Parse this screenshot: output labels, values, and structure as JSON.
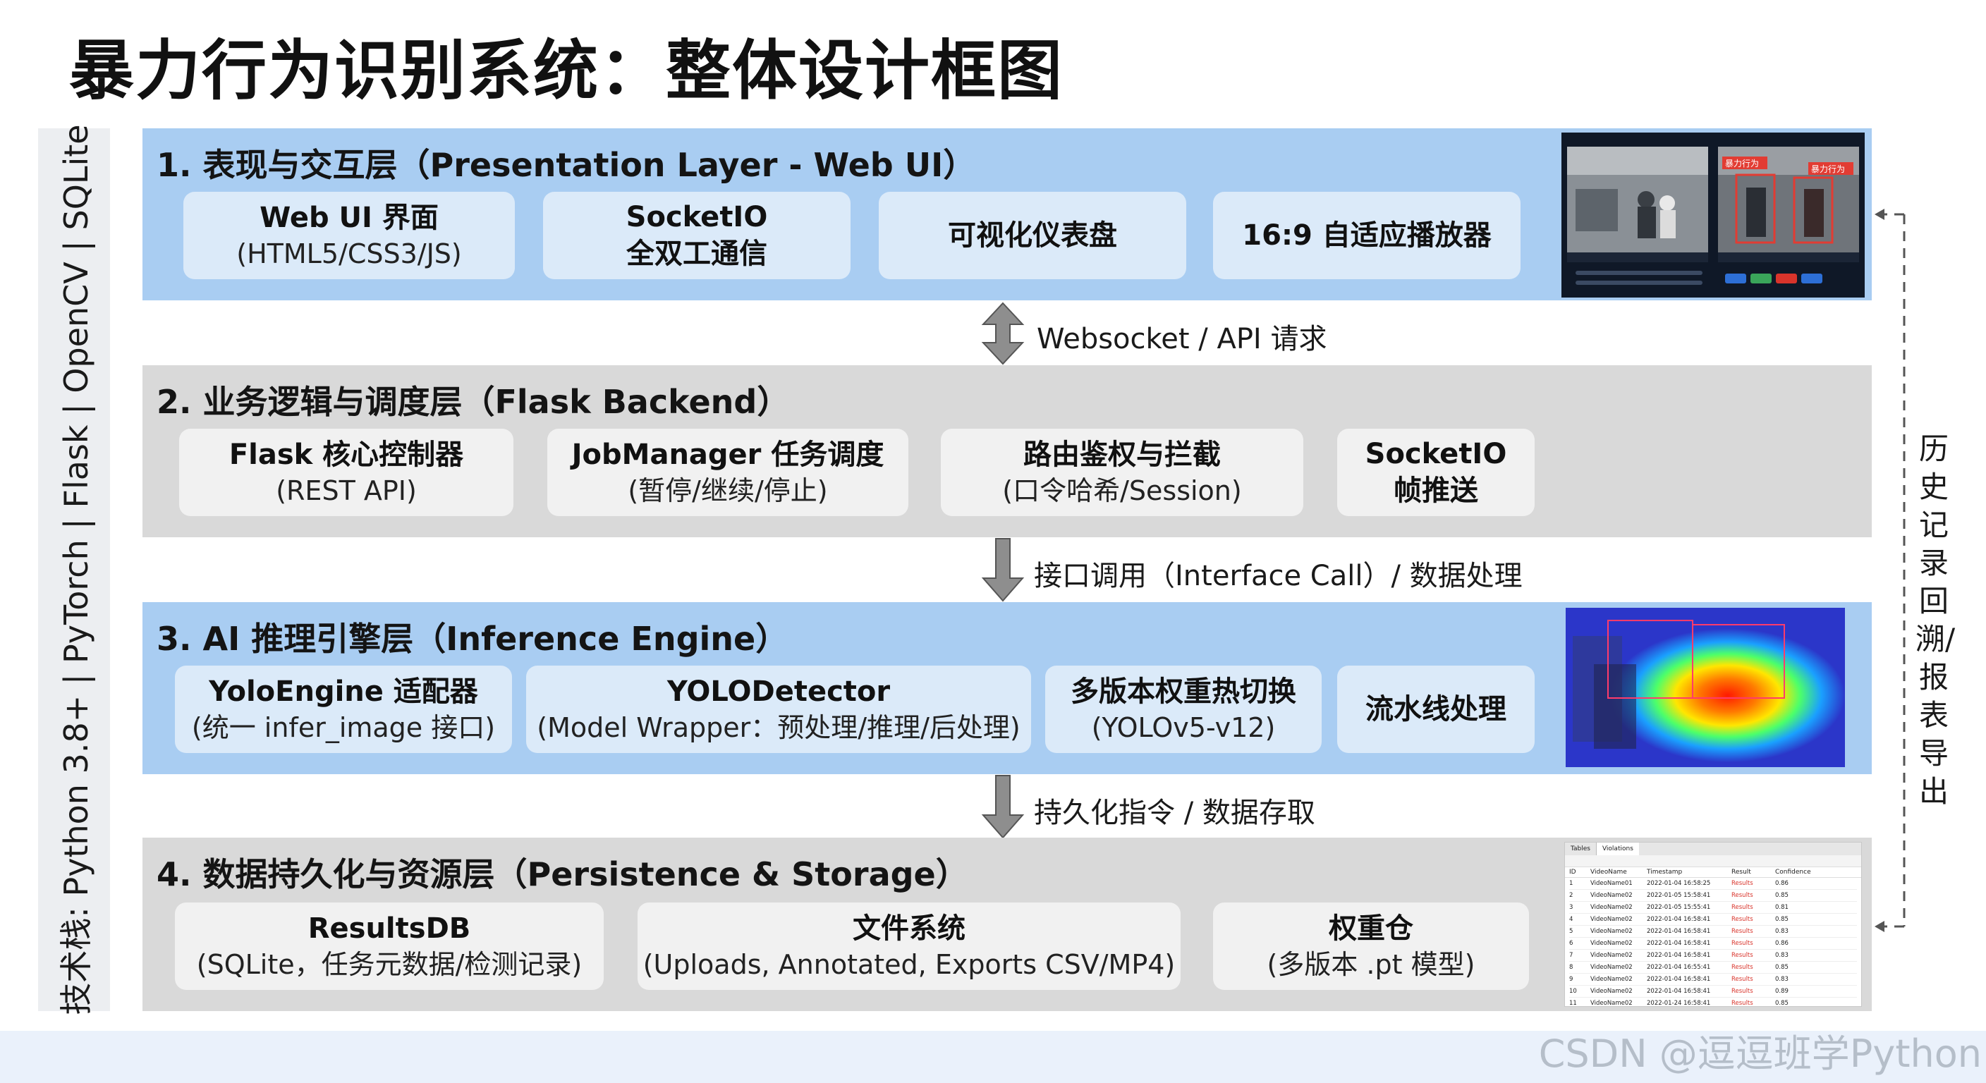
{
  "title": "暴力行为识别系统：整体设计框图",
  "tech_stack": "技术栈:  Python 3.8+ | PyTorch | Flask | OpenCV | SQLite",
  "side_note": "历史记录回溯/报表导出",
  "layers": [
    {
      "title": "1. 表现与交互层（Presentation Layer - Web UI）",
      "boxes": [
        {
          "line1": "Web UI 界面",
          "line2": "(HTML5/CSS3/JS)"
        },
        {
          "line1": "SocketIO",
          "line2": "全双工通信"
        },
        {
          "line1": "可视化仪表盘",
          "line2": ""
        },
        {
          "line1": "16:9 自适应播放器",
          "line2": ""
        }
      ],
      "thumbnail": {
        "tag1": "暴力行为",
        "tag2": "暴力行为"
      }
    },
    {
      "title": "2. 业务逻辑与调度层（Flask Backend）",
      "boxes": [
        {
          "line1": "Flask 核心控制器",
          "line2": "(REST API)"
        },
        {
          "line1": "JobManager 任务调度",
          "line2": "(暂停/继续/停止)"
        },
        {
          "line1": "路由鉴权与拦截",
          "line2": "(口令哈希/Session)"
        },
        {
          "line1": "SocketIO",
          "line2": "帧推送"
        }
      ]
    },
    {
      "title": "3. AI 推理引擎层（Inference Engine）",
      "boxes": [
        {
          "line1": "YoloEngine 适配器",
          "line2": "(统一 infer_image 接口)"
        },
        {
          "line1": "YOLODetector",
          "line2": "(Model Wrapper：预处理/推理/后处理)"
        },
        {
          "line1": "多版本权重热切换",
          "line2": "(YOLOv5-v12)"
        },
        {
          "line1": "流水线处理",
          "line2": ""
        }
      ]
    },
    {
      "title": "4. 数据持久化与资源层（Persistence & Storage）",
      "boxes": [
        {
          "line1": "ResultsDB",
          "line2": "(SQLite，任务元数据/检测记录)"
        },
        {
          "line1": "文件系统",
          "line2": "(Uploads, Annotated, Exports CSV/MP4)"
        },
        {
          "line1": "权重仓",
          "line2": "(多版本 .pt 模型)"
        }
      ]
    }
  ],
  "connectors": [
    {
      "label": "Websocket / API 请求",
      "direction": "both"
    },
    {
      "label": "接口调用（Interface Call）/ 数据处理",
      "direction": "down"
    },
    {
      "label": "持久化指令 / 数据存取",
      "direction": "down"
    }
  ],
  "db_table": {
    "tabs": [
      "Tables",
      "Violations"
    ],
    "columns": [
      "ID",
      "VideoName",
      "Timestamp",
      "Result",
      "Confidence"
    ],
    "rows": [
      [
        "1",
        "VideoName01",
        "2022-01-04 16:58:25",
        "Results",
        "0.86"
      ],
      [
        "2",
        "VideoName02",
        "2022-01-05 15:58:41",
        "Results",
        "0.85"
      ],
      [
        "3",
        "VideoName02",
        "2022-01-05 15:55:41",
        "Results",
        "0.81"
      ],
      [
        "4",
        "VideoName02",
        "2022-01-04 16:58:41",
        "Results",
        "0.85"
      ],
      [
        "5",
        "VideoName02",
        "2022-01-04 16:58:41",
        "Results",
        "0.83"
      ],
      [
        "6",
        "VideoName02",
        "2022-01-04 16:58:41",
        "Results",
        "0.86"
      ],
      [
        "7",
        "VideoName02",
        "2022-01-04 16:58:41",
        "Results",
        "0.83"
      ],
      [
        "8",
        "VideoName02",
        "2022-01-04 16:55:41",
        "Results",
        "0.85"
      ],
      [
        "9",
        "VideoName02",
        "2022-01-04 16:58:41",
        "Results",
        "0.83"
      ],
      [
        "10",
        "VideoName02",
        "2022-01-04 16:58:41",
        "Results",
        "0.89"
      ],
      [
        "11",
        "VideoName02",
        "2022-01-24 16:58:41",
        "Results",
        "0.85"
      ]
    ]
  },
  "watermark": "CSDN @逗逗班学Python",
  "colors": {
    "blue_layer": "#a9cdf2",
    "gray_layer": "#d9d9d9",
    "blue_box": "#dbeaf9",
    "gray_box": "#f1f1f1",
    "result_red": "#d9342b"
  }
}
